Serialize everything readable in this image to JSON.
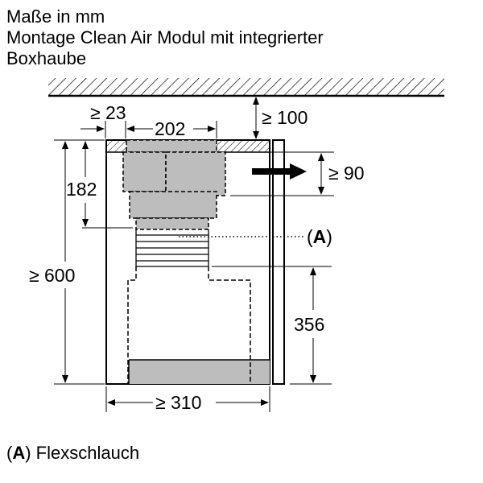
{
  "title": {
    "line1": "Maße in mm",
    "line2": "Montage Clean Air Modul mit integrierter",
    "line3": "Boxhaube"
  },
  "dimensions": {
    "min_side_gap": "≥ 23",
    "duct_width": "202",
    "ceiling_gap": "≥ 100",
    "outlet_gap": "≥ 90",
    "height_182": "182",
    "cabinet_height": "≥ 600",
    "lower_height": "356",
    "cabinet_width": "≥ 310"
  },
  "callout": {
    "open": "(",
    "letter": "A",
    "close": ")"
  },
  "legend": {
    "letter": "A",
    "text": "Flexschlauch"
  },
  "colors": {
    "gray": "#bdbdbd",
    "line": "#000000"
  }
}
